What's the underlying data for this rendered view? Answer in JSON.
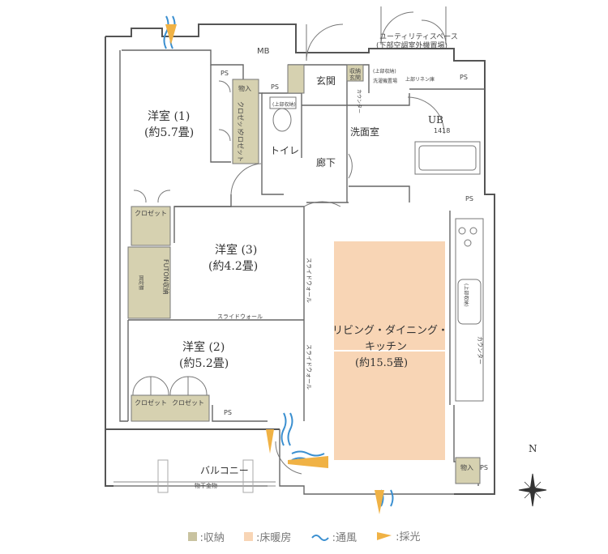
{
  "rooms": {
    "western1": {
      "name": "洋室 (1)",
      "area": "(約5.7畳)"
    },
    "western2": {
      "name": "洋室 (2)",
      "area": "(約5.2畳)"
    },
    "western3": {
      "name": "洋室 (3)",
      "area": "(約4.2畳)"
    },
    "ldk": {
      "name1": "リビング・ダイニング・",
      "name2": "キッチン",
      "area": "(約15.5畳)"
    },
    "toilet": "トイレ",
    "corridor": "廊下",
    "entrance": "玄関",
    "washroom": "洗面室",
    "ub": "UB",
    "ub_size": "1418",
    "balcony": "バルコニー",
    "laundry": "物干金物"
  },
  "labels": {
    "utility_space": "ユーティリティスペース",
    "utility_sub": "(下部空調室外機置場)",
    "mb": "MB",
    "ps": "PS",
    "storage": "物入",
    "closet": "クロゼット",
    "futon": "FUTON収納",
    "counter": "カウンター",
    "slide_wall": "スライドウォール",
    "upper_storage": "(上部収納)",
    "shoe_storage": "収納",
    "shoe_storage2": "玄関",
    "linen": "上部リネン庫",
    "washer": "洗濯機置場",
    "fixed": "固定棚",
    "north": "N"
  },
  "legend": {
    "storage": ":収納",
    "floor_heating": ":床暖房",
    "ventilation": ":通風",
    "daylight": ":採光"
  },
  "colors": {
    "storage": "#c9c3a0",
    "floor_heating": "#f8d5b5",
    "ventilation": "#3a8fd0",
    "daylight": "#f0b245",
    "wall": "#555555"
  }
}
